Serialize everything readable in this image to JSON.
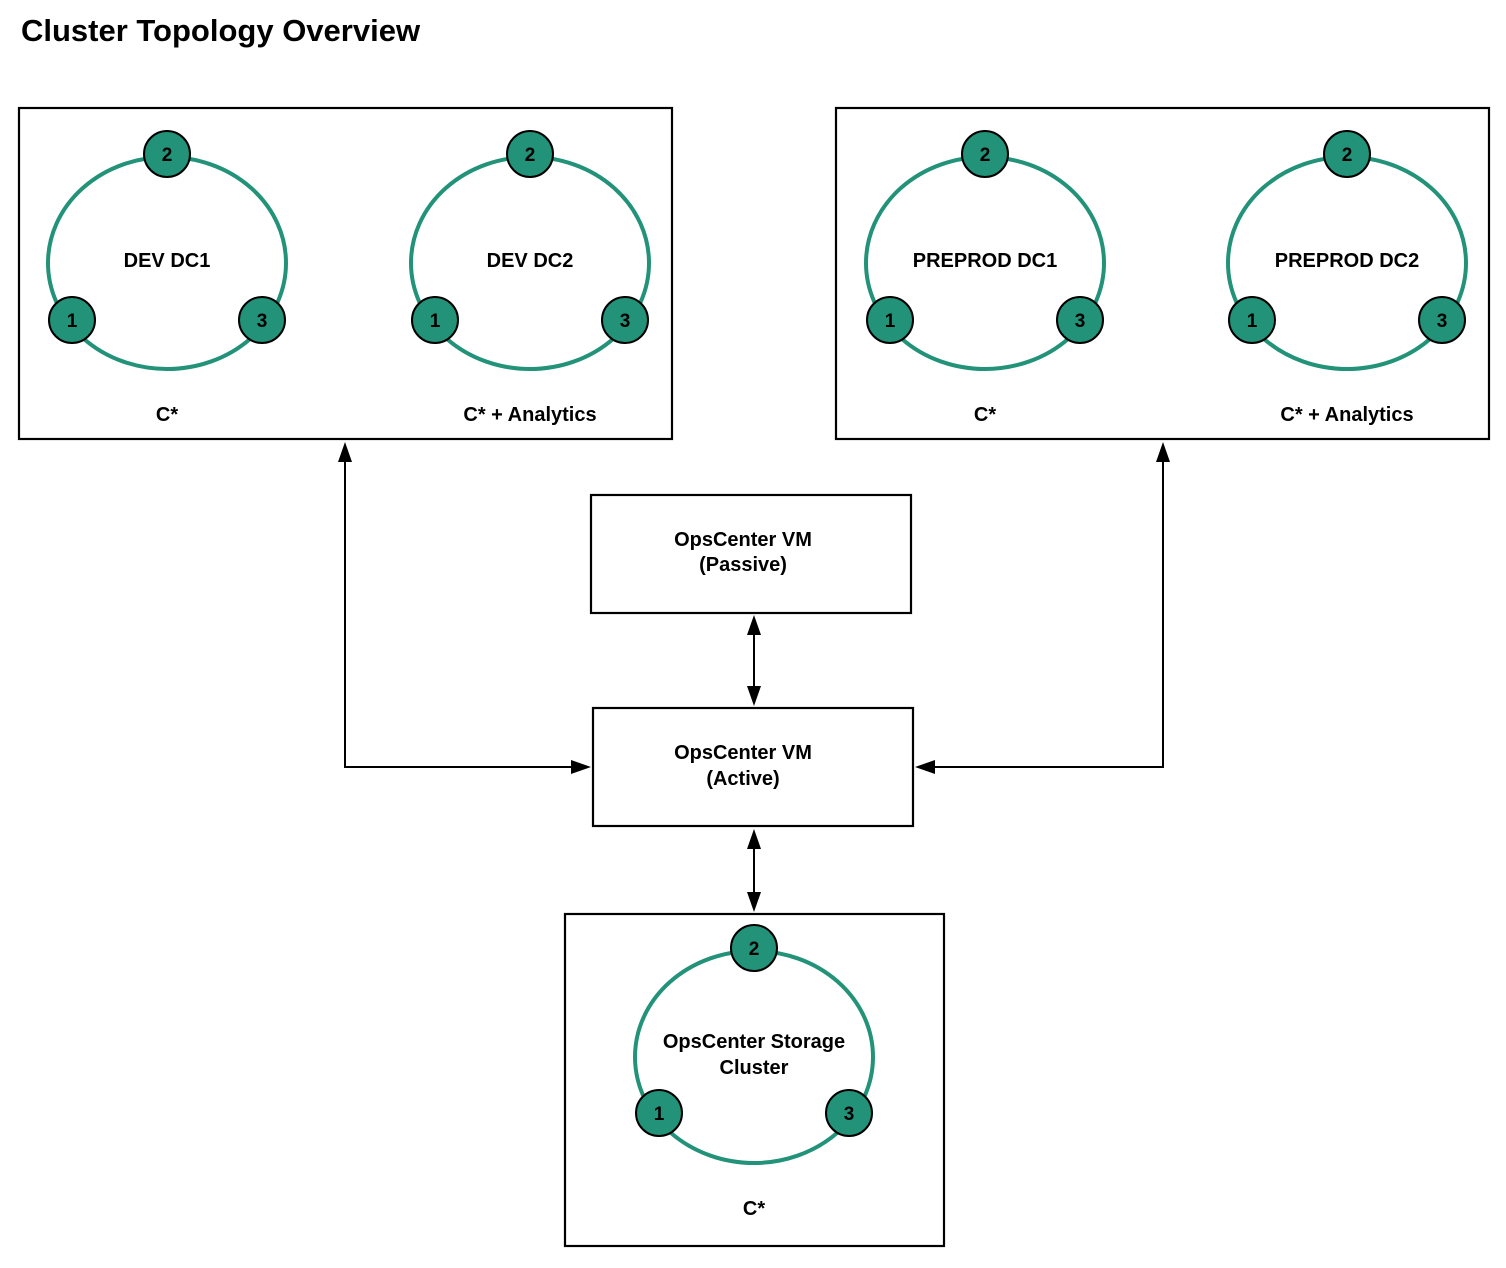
{
  "title": "Cluster Topology Overview",
  "colors": {
    "ring": "#229279",
    "node_fill": "#229279",
    "node_stroke": "#000000"
  },
  "dev": {
    "dc1": {
      "name": "DEV DC1",
      "caption": "C*",
      "nodes": [
        "1",
        "2",
        "3"
      ]
    },
    "dc2": {
      "name": "DEV DC2",
      "caption": "C* + Analytics",
      "nodes": [
        "1",
        "2",
        "3"
      ]
    }
  },
  "preprod": {
    "dc1": {
      "name": "PREPROD DC1",
      "caption": "C*",
      "nodes": [
        "1",
        "2",
        "3"
      ]
    },
    "dc2": {
      "name": "PREPROD DC2",
      "caption": "C* + Analytics",
      "nodes": [
        "1",
        "2",
        "3"
      ]
    }
  },
  "opscenter_passive": {
    "line1": "OpsCenter VM",
    "line2": "(Passive)"
  },
  "opscenter_active": {
    "line1": "OpsCenter VM",
    "line2": "(Active)"
  },
  "storage": {
    "name_line1": "OpsCenter Storage",
    "name_line2": "Cluster",
    "caption": "C*",
    "nodes": [
      "1",
      "2",
      "3"
    ]
  }
}
